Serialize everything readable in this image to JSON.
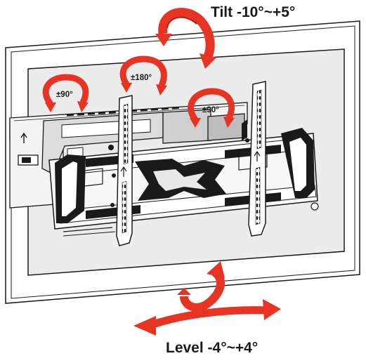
{
  "labels": {
    "tilt": "Tilt -10°~+5°",
    "level": "Level -4°~+4°",
    "swivel_left": "±90°",
    "rotate_center": "±180°",
    "swivel_right": "±90°"
  },
  "colors": {
    "arrow_red": "#e63323",
    "arrow_dark": "#b01d12",
    "line": "#1a1a1a",
    "panel_fill": "#ffffff",
    "screen_fill": "#e6e6e6"
  },
  "icons": {
    "tilt": "curved-double-arrow",
    "level": "curved-double-arrow",
    "swivel": "circular-rotation-arrow",
    "rotate": "circular-rotation-arrow"
  }
}
